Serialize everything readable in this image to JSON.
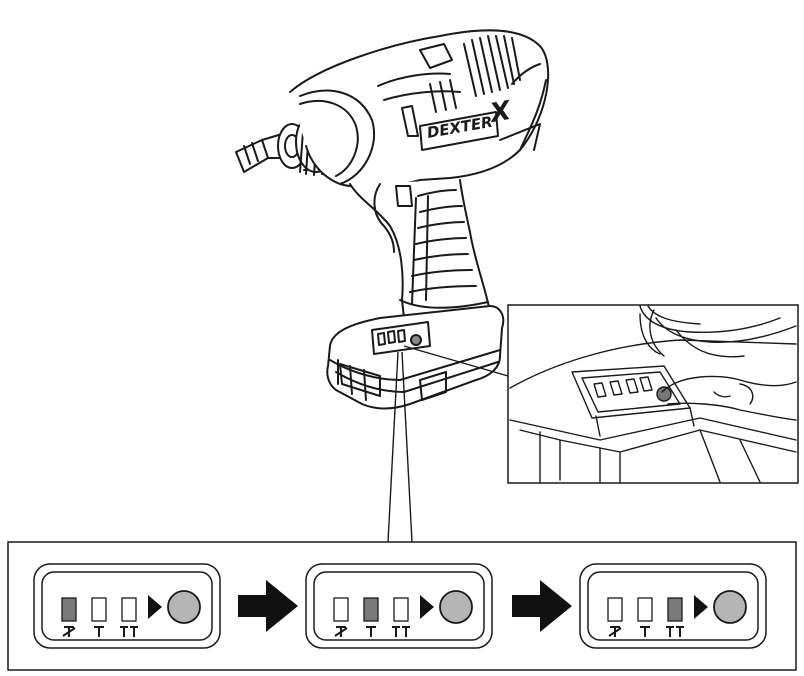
{
  "drill": {
    "brand_text": "DEXTER",
    "brand_mark": "X"
  },
  "panels": [
    {
      "active_index": 0,
      "mode_icons": [
        "no-torque-icon",
        "single-t-icon",
        "double-t-icon"
      ]
    },
    {
      "active_index": 1,
      "mode_icons": [
        "no-torque-icon",
        "single-t-icon",
        "double-t-icon"
      ]
    },
    {
      "active_index": 2,
      "mode_icons": [
        "no-torque-icon",
        "single-t-icon",
        "double-t-icon"
      ]
    }
  ],
  "colors": {
    "line": "#1a1a1a",
    "active_fill": "#7a7a7a",
    "button_fill": "#b5b5b5"
  }
}
